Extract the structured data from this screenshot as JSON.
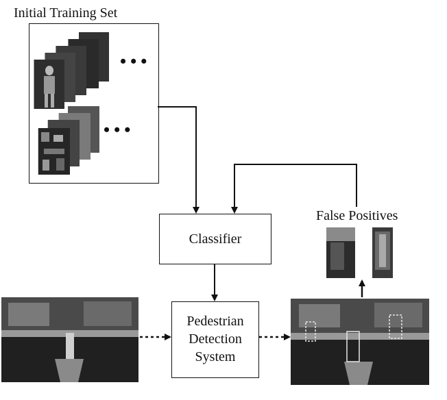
{
  "training_set": {
    "title": "Initial Training Set",
    "ellipsis": "•••"
  },
  "classifier": {
    "label": "Classifier"
  },
  "detection_system": {
    "lines": [
      "Pedestrian",
      "Detection",
      "System"
    ]
  },
  "false_positives": {
    "title": "False Positives"
  },
  "colors": {
    "line": "#111111",
    "dark_image": "#1a1a1a",
    "mid_image": "#6b6b6b",
    "light_image": "#bdbdbd",
    "highlight_box": "#e8e8e8"
  }
}
